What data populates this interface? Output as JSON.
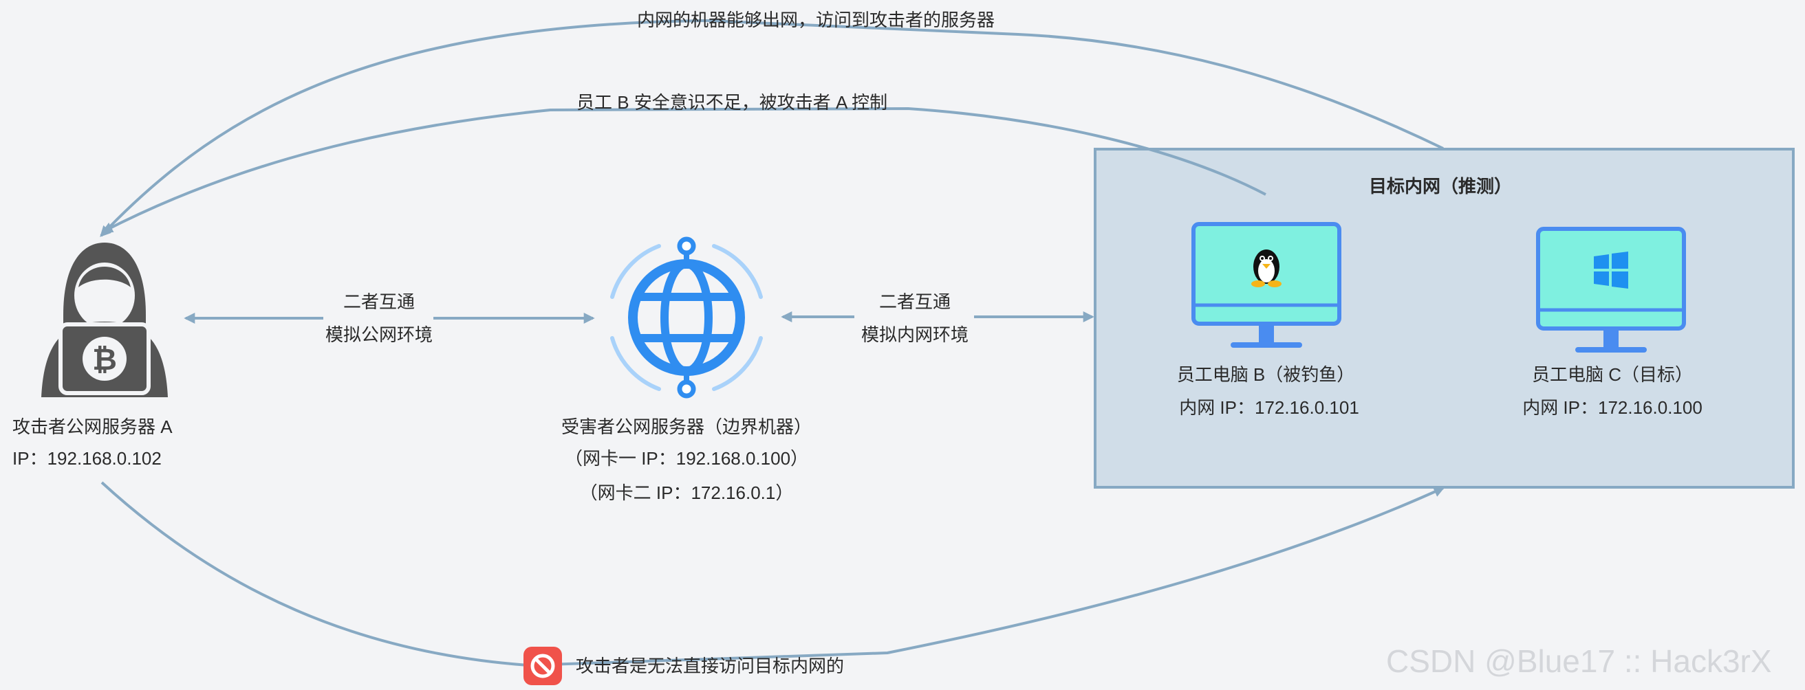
{
  "colors": {
    "background": "#f3f4f6",
    "arrow": "#87a9c3",
    "zone_fill": "#d0dde8",
    "zone_border": "#87a9c3",
    "monitor_frame": "#4a8cf0",
    "monitor_screen": "#7ff0e0",
    "globe": "#2f8df0",
    "hacker": "#555555",
    "blocked": "#f0524a"
  },
  "icons": {
    "attacker": "hacker-bitcoin-icon",
    "edge": "globe-network-icon",
    "employee_b": "linux-tux-icon",
    "employee_c": "windows-logo-icon",
    "blocked": "no-entry-icon"
  },
  "arrows": {
    "top_outer": "内网的机器能够出网，访问到攻击者的服务器",
    "top_inner": "员工 B 安全意识不足，被攻击者 A 控制",
    "left_link": [
      "二者互通",
      "模拟公网环境"
    ],
    "right_link": [
      "二者互通",
      "模拟内网环境"
    ],
    "bottom": "攻击者是无法直接访问目标内网的"
  },
  "attacker": {
    "name": "攻击者公网服务器 A",
    "ip": "IP：192.168.0.102"
  },
  "edge": {
    "name": "受害者公网服务器（边界机器）",
    "nic1": "（网卡一 IP：192.168.0.100）",
    "nic2": "（网卡二 IP：172.16.0.1）"
  },
  "zone": {
    "title": "目标内网（推测）",
    "employee_b": {
      "name": "员工电脑 B（被钓鱼）",
      "ip": "内网 IP：172.16.0.101"
    },
    "employee_c": {
      "name": "员工电脑 C（目标）",
      "ip": "内网 IP：172.16.0.100"
    }
  },
  "watermark": "CSDN @Blue17 :: Hack3rX"
}
